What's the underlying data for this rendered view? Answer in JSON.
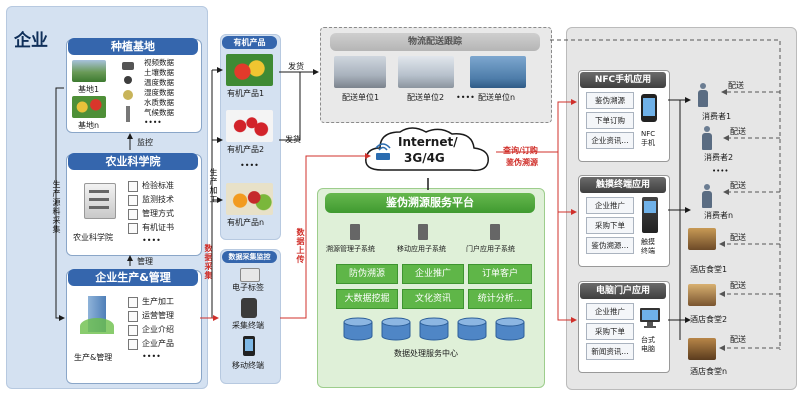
{
  "enterprise": {
    "label": "企业",
    "planting_base": {
      "title": "种植基地",
      "base1": "基地1",
      "basen": "基地n",
      "data_items": [
        "视频数据",
        "土壤数据",
        "温度数据",
        "湿度数据",
        "水质数据",
        "气候数据",
        "••••"
      ]
    },
    "agri_academy": {
      "title": "农业科学院",
      "caption": "农业科学院",
      "items": [
        "检验标准",
        "监测技术",
        "管理方式",
        "有机证书",
        "••••"
      ]
    },
    "production": {
      "title": "企业生产&管理",
      "caption": "生产&管理",
      "items": [
        "生产加工",
        "运营管理",
        "企业介绍",
        "企业产品",
        "••••"
      ]
    },
    "monitor_label": "监控",
    "manage_label": "管理",
    "source_collect_label": "生产源料采集"
  },
  "products": {
    "title": "有机产品",
    "items": [
      "有机产品1",
      "有机产品2",
      "有机产品n"
    ],
    "dots": "••••",
    "process_label": "生产加工",
    "ship_label_top": "发货",
    "ship_label_mid": "发货"
  },
  "collection": {
    "title": "数据采集监控",
    "items": [
      "电子标签",
      "采集终端",
      "移动终端"
    ],
    "data_collect_label": "数据采集",
    "data_upload_label": "数据上传"
  },
  "logistics": {
    "title": "物流配送跟踪",
    "units": [
      "配送单位1",
      "配送单位2",
      "配送单位n"
    ],
    "dots": "••••"
  },
  "internet": {
    "line1": "Internet/",
    "line2": "3G/4G",
    "query_label": "查询/订购",
    "trace_label": "鉴伪溯源"
  },
  "platform": {
    "title": "鉴伪溯源服务平台",
    "systems": [
      "溯源管理子系统",
      "移动应用子系统",
      "门户应用子系统"
    ],
    "cells": [
      "防伪溯源",
      "企业推广",
      "订单客户",
      "大数据挖掘",
      "文化资讯",
      "统计分析..."
    ],
    "db_caption": "数据处理服务中心"
  },
  "apps": {
    "nfc": {
      "title": "NFC手机应用",
      "buttons": [
        "鉴伪溯源",
        "下单订购",
        "企业资讯..."
      ],
      "device": "NFC手机"
    },
    "touch": {
      "title": "触摸终端应用",
      "buttons": [
        "企业推广",
        "采购下单",
        "鉴伪溯源..."
      ],
      "device": "触摸终端"
    },
    "pc": {
      "title": "电脑门户应用",
      "buttons": [
        "企业推广",
        "采购下单",
        "新闻资讯..."
      ],
      "device": "台式电脑"
    }
  },
  "customers": {
    "consumers": [
      "消费者1",
      "消费者2",
      "消费者n"
    ],
    "hotels": [
      "酒店食堂1",
      "酒店食堂2",
      "酒店食堂n"
    ],
    "deliver_label": "配送",
    "dots": "••••"
  }
}
